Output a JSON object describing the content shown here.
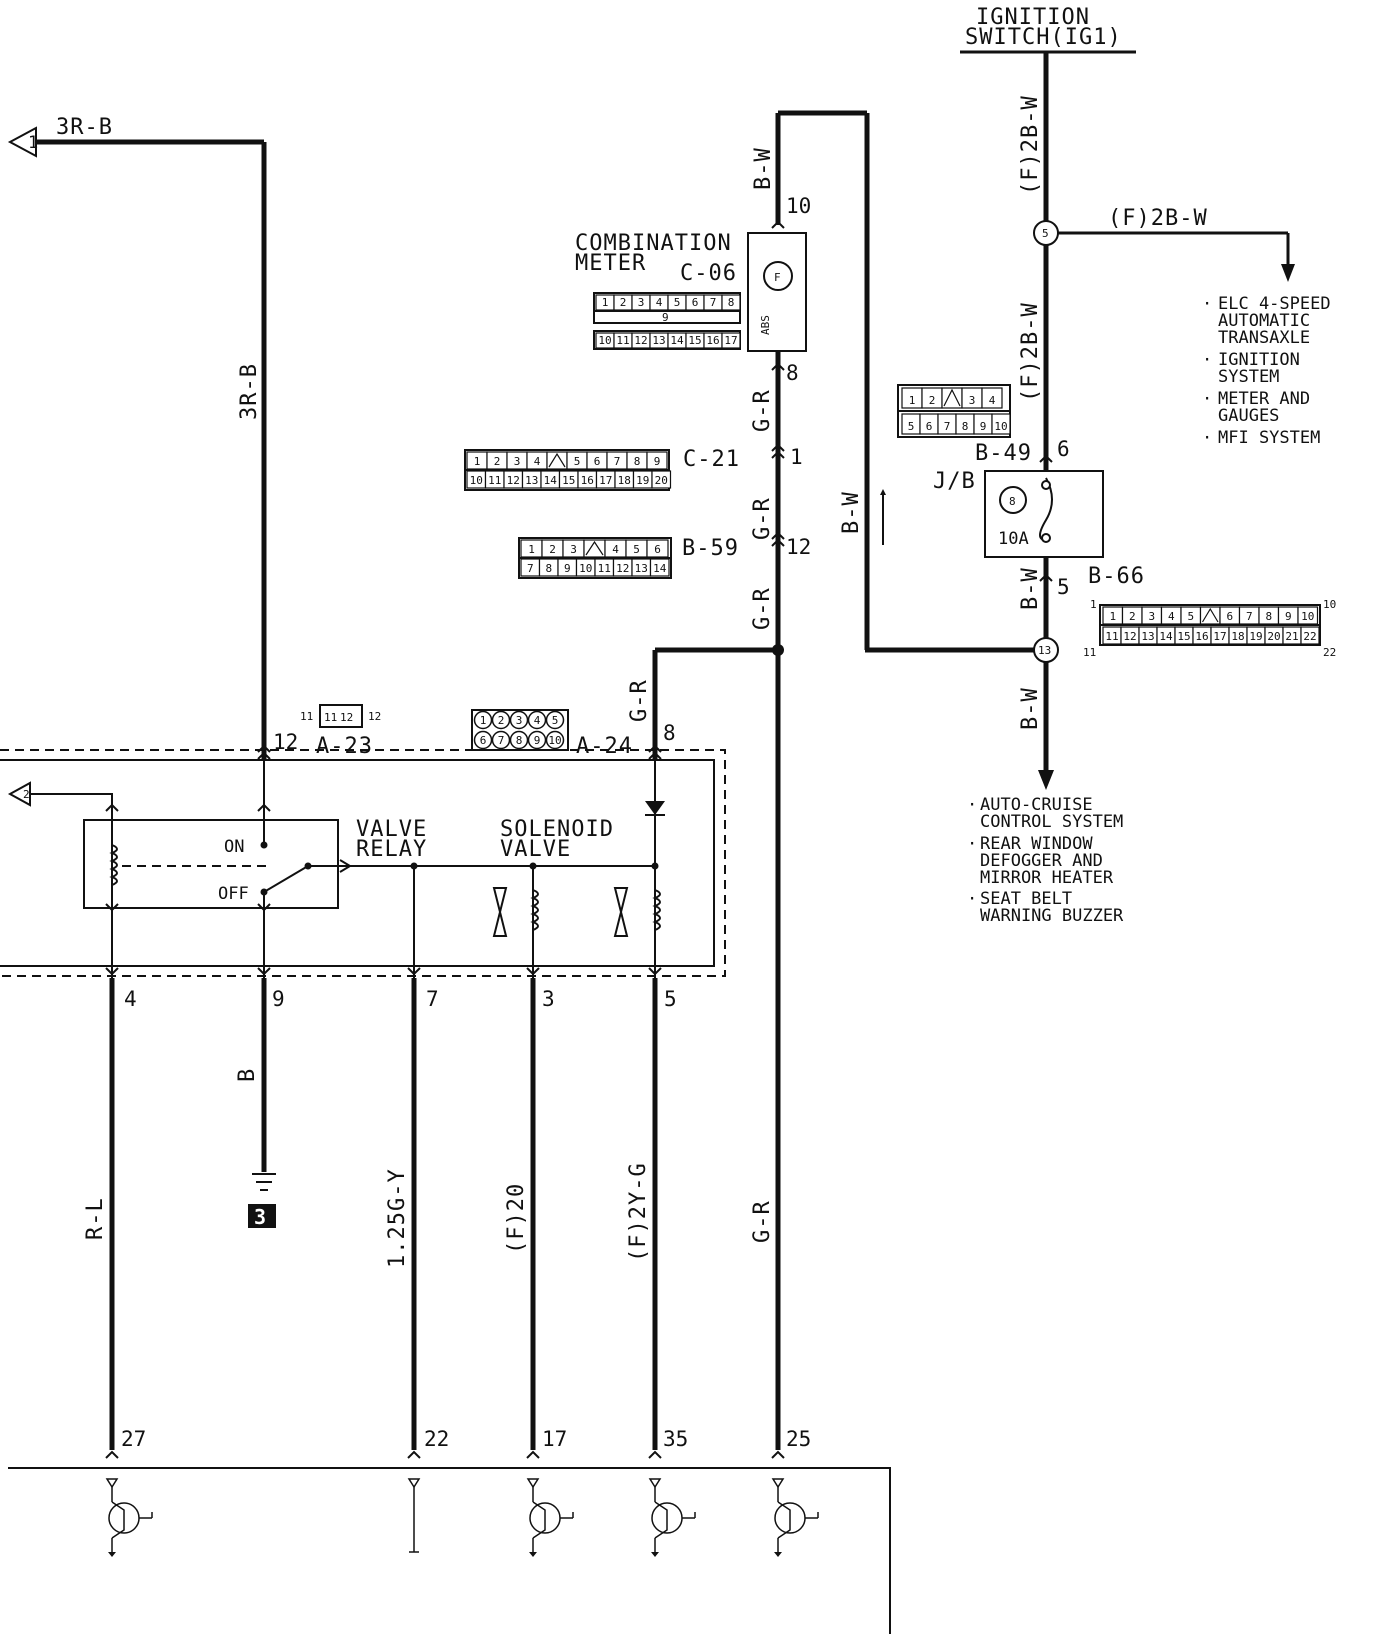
{
  "ignition": {
    "line1": "IGNITION",
    "line2": "SWITCH(IG1)"
  },
  "wires": {
    "w3rb": "3R-B",
    "f2bw": "(F)2B-W",
    "bw": "B-W",
    "gr": "G-R",
    "b": "B",
    "rl": "R-L",
    "g125y": "1.25G-Y",
    "f20": "(F)20",
    "f2yg": "(F)2Y-G"
  },
  "arrows": {
    "one": "1",
    "two": "2"
  },
  "meter": {
    "line1": "COMBINATION",
    "line2": "METER",
    "code": "C-06",
    "abs": "ABS",
    "fuel_symbol": "F",
    "pin_top": "10",
    "pin_bottom": "8",
    "row1": [
      "1",
      "2",
      "3",
      "4",
      "5",
      "6",
      "7",
      "8"
    ],
    "mid": "9",
    "row2": [
      "10",
      "11",
      "12",
      "13",
      "14",
      "15",
      "16",
      "17"
    ]
  },
  "c21": {
    "code": "C-21",
    "pin": "1",
    "row1": [
      "1",
      "2",
      "3",
      "4",
      "",
      "5",
      "6",
      "7",
      "8",
      "9"
    ],
    "row2": [
      "10",
      "11",
      "12",
      "13",
      "14",
      "15",
      "16",
      "17",
      "18",
      "19",
      "20"
    ]
  },
  "b59": {
    "code": "B-59",
    "pin": "12",
    "row1": [
      "1",
      "2",
      "3",
      "",
      "4",
      "5",
      "6"
    ],
    "row2": [
      "7",
      "8",
      "9",
      "10",
      "11",
      "12",
      "13",
      "14"
    ]
  },
  "jb": {
    "code_top": "B-49",
    "pin_top": "6",
    "label": "J/B",
    "fuse_no": "8",
    "fuse": "10A",
    "code_bottom": "B-66",
    "pin_bottom": "5",
    "row1": [
      "1",
      "2",
      "",
      "3",
      "4"
    ],
    "row2": [
      "5",
      "6",
      "7",
      "8",
      "9",
      "10"
    ]
  },
  "b66conn": {
    "left_top": "1",
    "right_top": "10",
    "left_bottom": "11",
    "right_bottom": "22",
    "row1": [
      "1",
      "2",
      "3",
      "4",
      "5",
      "",
      "6",
      "7",
      "8",
      "9",
      "10"
    ],
    "row2": [
      "11",
      "12",
      "13",
      "14",
      "15",
      "16",
      "17",
      "18",
      "19",
      "20",
      "21",
      "22"
    ]
  },
  "junctions": {
    "j5": "5",
    "j13": "13"
  },
  "right_systems": [
    [
      "ELC 4-SPEED",
      "AUTOMATIC",
      "TRANSAXLE"
    ],
    [
      "IGNITION",
      "SYSTEM"
    ],
    [
      "METER AND",
      "GAUGES"
    ],
    [
      "MFI SYSTEM"
    ]
  ],
  "bottom_systems": [
    [
      "AUTO-CRUISE",
      "CONTROL SYSTEM"
    ],
    [
      "REAR WINDOW",
      "DEFOGGER AND",
      "MIRROR HEATER"
    ],
    [
      "SEAT BELT",
      "WARNING BUZZER"
    ]
  ],
  "a23": {
    "code": "A-23",
    "pin": "12",
    "left": "11",
    "right": "12",
    "cells": [
      "11",
      "12"
    ]
  },
  "a24": {
    "code": "A-24",
    "pin": "8",
    "row1": [
      "1",
      "2",
      "3",
      "4",
      "5"
    ],
    "row2": [
      "6",
      "7",
      "8",
      "9",
      "10"
    ]
  },
  "relay": {
    "on": "ON",
    "off": "OFF",
    "valve_relay": [
      "VALVE",
      "RELAY"
    ],
    "solenoid_valve": [
      "SOLENOID",
      "VALVE"
    ]
  },
  "module_pins": [
    "4",
    "9",
    "7",
    "3",
    "5"
  ],
  "ground": {
    "number": "3"
  },
  "ecu_pins": [
    "27",
    "22",
    "17",
    "35",
    "25"
  ]
}
